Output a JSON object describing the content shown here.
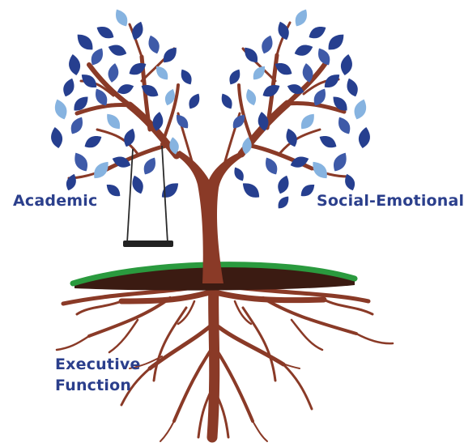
{
  "labels": {
    "academic": "Academic",
    "social_emotional": "Social-Emotional",
    "executive_line1": "Executive",
    "executive_line2": "Function"
  },
  "colors": {
    "trunk": "#8a3a27",
    "leaf_dark": "#263f8f",
    "leaf_mid": "#3e5aa8",
    "leaf_light": "#86b3e0",
    "grass": "#2a9a3e",
    "soil": "#3b1b12",
    "swing_seat": "#222222",
    "label": "#2b3f8c"
  },
  "icons": {
    "tree": "tree-illustration",
    "swing": "tree-swing",
    "ground": "grass-mound",
    "roots": "root-system"
  }
}
